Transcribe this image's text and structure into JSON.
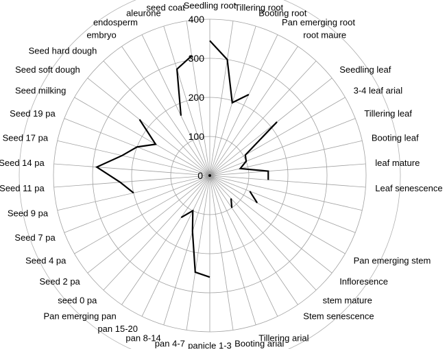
{
  "chart_data": {
    "type": "radar",
    "title": "",
    "rlim": [
      0,
      400
    ],
    "ticks": [
      0,
      100,
      200,
      300,
      400
    ],
    "tick_labels": [
      "0",
      "100",
      "200",
      "300",
      "400"
    ],
    "grid": true,
    "categories": [
      "Seedling root",
      "Tillering root",
      "Booting root",
      "Pan emerging root",
      "root maure",
      "",
      "Seedling leaf",
      "3-4 leaf arial",
      "Tillering leaf",
      "Booting leaf",
      "leaf mature",
      "Leaf senescence",
      "",
      "",
      "Pan emerging stem",
      "Infloresence",
      "stem mature",
      "Stem senescence",
      "",
      "Tillering arial",
      "Booting arial",
      "panicle 1-3",
      "pan 4-7",
      "pan 8-14",
      "pan 15-20",
      "Pan emerging pan",
      "seed 0 pa",
      "Seed 2 pa",
      "Seed 4 pa",
      "Seed 7 pa",
      "Seed 9 pa",
      "Seed 11 pa",
      "Seed 14 pa",
      "Seed 17 pa",
      "Seed 19 pa",
      "Seed milking",
      "Seed soft dough",
      "Seed hard dough",
      "embryo",
      "endosperm",
      "aleurone",
      "seed coat"
    ],
    "series": [
      {
        "values": [
          345,
          300,
          195,
          230,
          null,
          null,
          220,
          105,
          100,
          80,
          150,
          150,
          null,
          110,
          140,
          null,
          80,
          100,
          null,
          null,
          null,
          260,
          250,
          150,
          100,
          130,
          null,
          null,
          null,
          null,
          200,
          230,
          290,
          230,
          200,
          160,
          230,
          null,
          null,
          170,
          285,
          310
        ]
      }
    ]
  }
}
